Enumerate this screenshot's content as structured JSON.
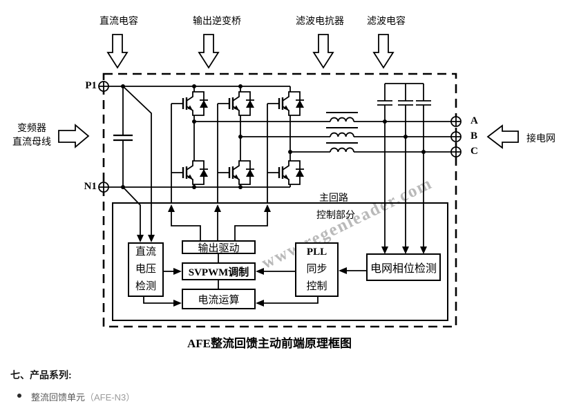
{
  "diagram": {
    "top_labels": [
      "直流电容",
      "输出逆变桥",
      "滤波电抗器",
      "滤波电容"
    ],
    "left": {
      "line1": "变频器",
      "line2": "直流母线",
      "p": "P1",
      "n": "N1"
    },
    "right": {
      "grid": "接电网",
      "a": "A",
      "b": "B",
      "c": "C"
    },
    "labels": {
      "main_circuit": "主回路",
      "control_part": "控制部分"
    },
    "blocks": {
      "dc_detect": {
        "l1": "直流",
        "l2": "电压",
        "l3": "检测"
      },
      "output_drive": "输出驱动",
      "svpwm": "SVPWM调制",
      "current_calc": "电流运算",
      "pll": {
        "l1": "PLL",
        "l2": "同步",
        "l3": "控制"
      },
      "grid_phase": "电网相位检测"
    },
    "watermark": "www.regenleader.com",
    "caption": "AFE整流回馈主动前端原理框图"
  },
  "products": {
    "heading": "七、产品系列:",
    "item": "整流回馈单元",
    "item_code": "（AFE-N3）"
  },
  "colors": {
    "line": "#000000",
    "watermark_gray": "#a8a8a8",
    "item_gray": "#595959",
    "code_gray": "#9b9b9b"
  }
}
